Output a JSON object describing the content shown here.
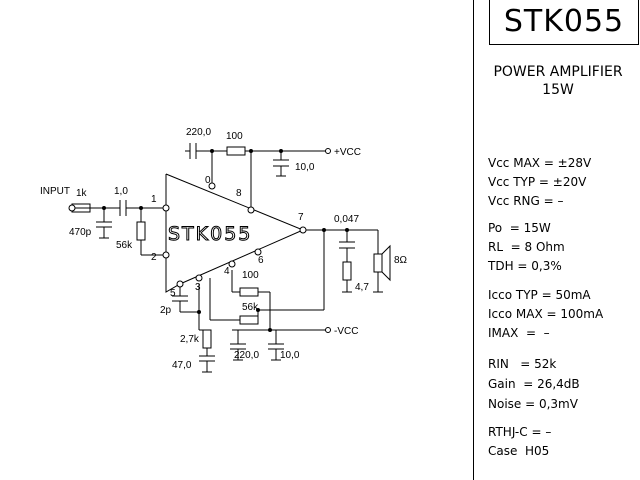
{
  "title": "STK055",
  "subtitle": [
    "POWER AMPLIFIER",
    "15W"
  ],
  "specs": {
    "vcc_max": "Vcc MAX = ±28V",
    "vcc_typ": "Vcc TYP = ±20V",
    "vcc_rng": "Vcc RNG = –",
    "po": "Po  = 15W",
    "rl": "RL  = 8 Ohm",
    "tdh": "TDH = 0,3%",
    "icco_typ": "Icco TYP = 50mA",
    "icco_max": "Icco MAX = 100mA",
    "imax": "IMAX  =  –",
    "rin": "RIN   = 52k",
    "gain": "Gain  = 26,4dB",
    "noise": "Noise = 0,3mV",
    "rthj": "RTHJ-C = –",
    "case": "Case  H05"
  },
  "schematic": {
    "chip_label": "STK055",
    "input_label": "INPUT",
    "vcc_pos": "+VCC",
    "vcc_neg": "-VCC",
    "components": {
      "r_in": "1k",
      "c_in": "1,0",
      "c_470p": "470p",
      "r_56k_in": "56k",
      "c_boot": "220,0",
      "r_100_top": "100",
      "c_10_top": "10,0",
      "c_0047": "0,047",
      "r_47": "4,7",
      "speaker": "8Ω",
      "r_100_fb": "100",
      "r_56k_fb": "56k",
      "c_2p": "2p",
      "r_27k": "2,7k",
      "c_470": "47,0",
      "c_220_bot": "220,0",
      "c_10_bot": "10,0"
    },
    "pins": [
      "1",
      "2",
      "3",
      "4",
      "5",
      "6",
      "7",
      "8",
      "0"
    ]
  }
}
